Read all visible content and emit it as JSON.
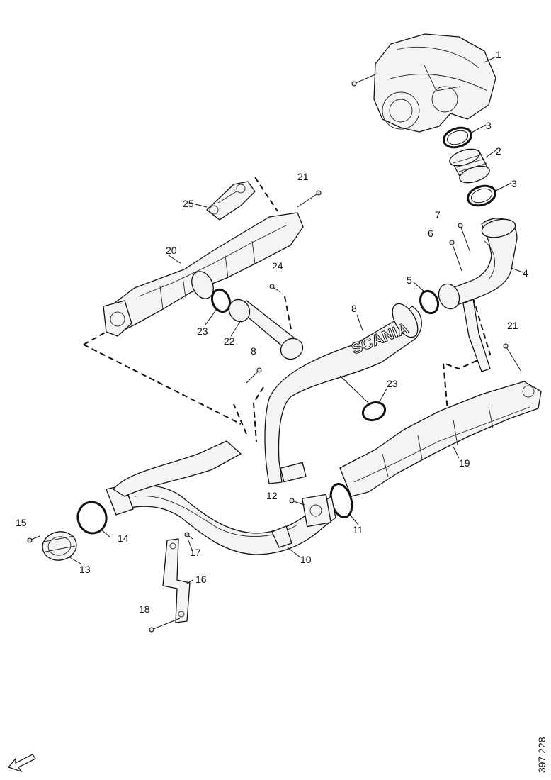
{
  "callouts": {
    "c1": "1",
    "c2": "2",
    "c3a": "3",
    "c3b": "3",
    "c4": "4",
    "c5": "5",
    "c6": "6",
    "c7": "7",
    "c8a": "8",
    "c8b": "8",
    "c10": "10",
    "c11": "11",
    "c12": "12",
    "c13": "13",
    "c14": "14",
    "c15": "15",
    "c16": "16",
    "c17": "17",
    "c18": "18",
    "c19": "19",
    "c20": "20",
    "c21a": "21",
    "c21b": "21",
    "c22": "22",
    "c23a": "23",
    "c23b": "23",
    "c24": "24",
    "c25": "25"
  },
  "drawing_number": "397 228",
  "pipe_logo": "SCANIA",
  "icons": {
    "turbocharger": "turbocharger-icon",
    "direction_arrow": "arrow-down-left-icon"
  }
}
